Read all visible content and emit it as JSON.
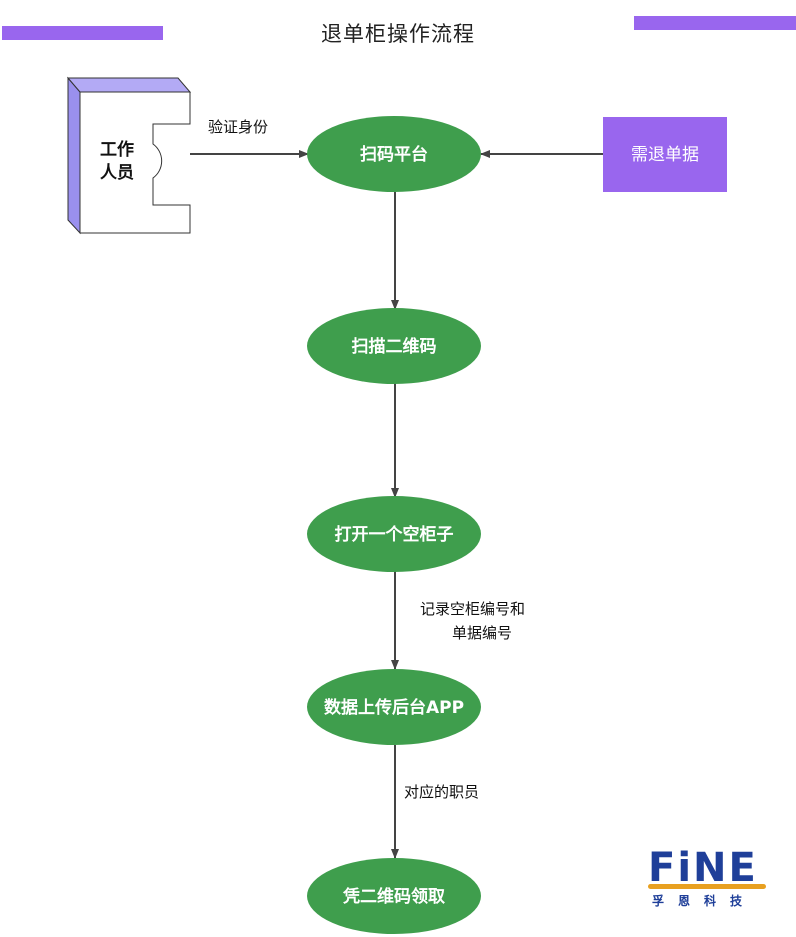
{
  "title": "退单柜操作流程",
  "actor": {
    "label_line1": "工作",
    "label_line2": "人员"
  },
  "source": {
    "label": "需退单据"
  },
  "nodes": [
    {
      "label": "扫码平台"
    },
    {
      "label": "扫描二维码"
    },
    {
      "label": "打开一个空柜子"
    },
    {
      "label": "数据上传后台APP"
    },
    {
      "label": "凭二维码领取"
    }
  ],
  "edge_labels": {
    "verify": "验证身份",
    "record_line1": "记录空柜编号和",
    "record_line2": "单据编号",
    "staff": "对应的职员"
  },
  "logo": {
    "word": "FiNE",
    "subtitle": "孚恩科技"
  },
  "colors": {
    "node_fill": "#3f9e4d",
    "accent_bar": "#9966ee",
    "source_fill": "#9966ee",
    "actor_side": "#9a90ee",
    "arrow": "#444444"
  }
}
